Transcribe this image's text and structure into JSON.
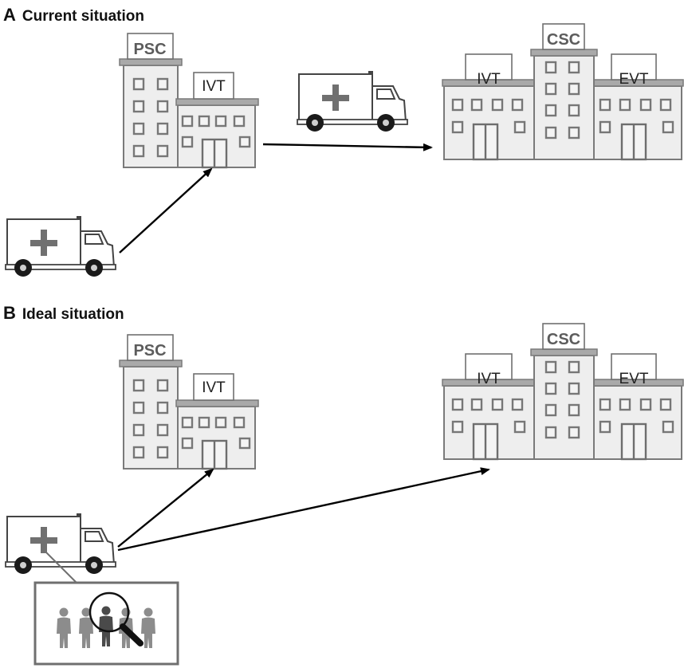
{
  "panels": {
    "a": {
      "letter": "A",
      "title": "Current situation"
    },
    "b": {
      "letter": "B",
      "title": "Ideal situation"
    }
  },
  "labels": {
    "psc": "PSC",
    "csc": "CSC",
    "ivt": "IVT",
    "evt": "EVT"
  },
  "icons": [
    "hospital-building",
    "ambulance",
    "arrow",
    "magnifying-glass",
    "patient-group"
  ],
  "colors": {
    "building_fill": "#eeeeee",
    "roof": "#a9a9a9",
    "outline": "#7a7a7a",
    "cross": "#707070"
  }
}
